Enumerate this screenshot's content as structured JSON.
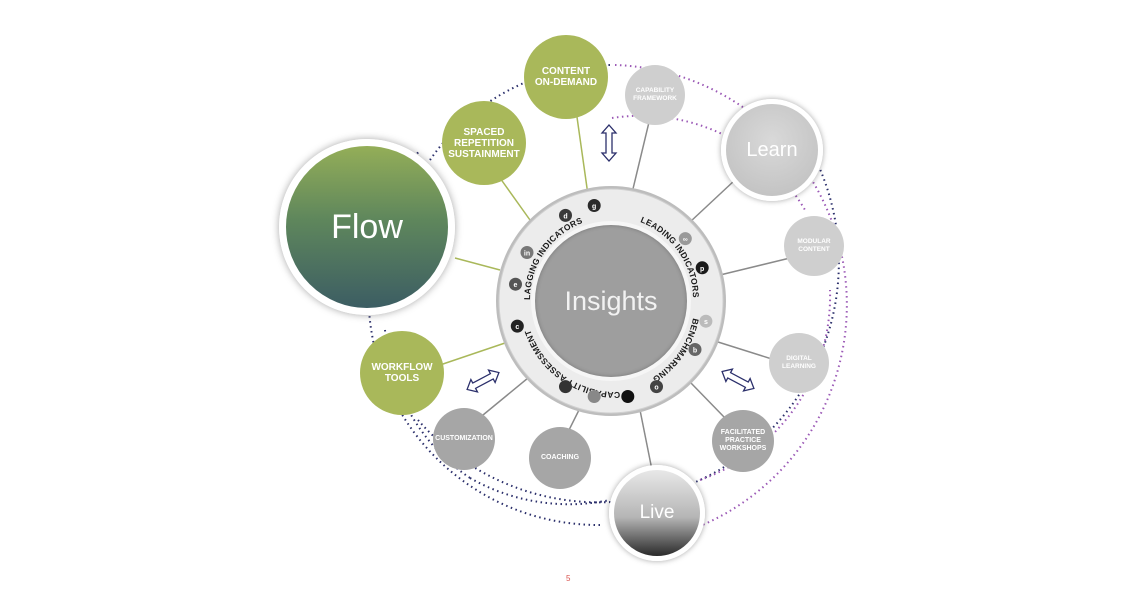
{
  "center": {
    "label": "Insights"
  },
  "ring_labels": {
    "lagging": "LAGGING INDICATORS",
    "leading": "LEADING INDICATORS",
    "benchmarking": "BENCHMARKING",
    "capability": "CAPABILITY ASSESSMENT"
  },
  "major_nodes": {
    "flow": "Flow",
    "learn": "Learn",
    "live": "Live"
  },
  "green_nodes": {
    "content_on_demand": "CONTENT\nON-DEMAND",
    "spaced_repetition": "SPACED\nREPETITION\nSUSTAINMENT",
    "workflow_tools": "WORKFLOW\nTOOLS"
  },
  "gray_nodes": {
    "capability_framework": "CAPABILITY\nFRAMEWORK",
    "modular_content": "MODULAR\nCONTENT",
    "digital_learning": "DIGITAL\nLEARNING",
    "facilitated_practice": "FACILITATED\nPRACTICE\nWORKSHOPS",
    "coaching": "COACHING",
    "customization": "CUSTOMIZATION"
  },
  "ring_icons": [
    "d",
    "g",
    "in",
    "e",
    "c",
    "∞",
    "p",
    "s",
    "b",
    "o"
  ],
  "page_number": "5",
  "colors": {
    "green": "#a9b85a",
    "dark_blue_dots": "#2b2f6b",
    "purple_dots": "#9b59b6",
    "connector": "#8a8a8a",
    "green_connector": "#a9b85a"
  }
}
